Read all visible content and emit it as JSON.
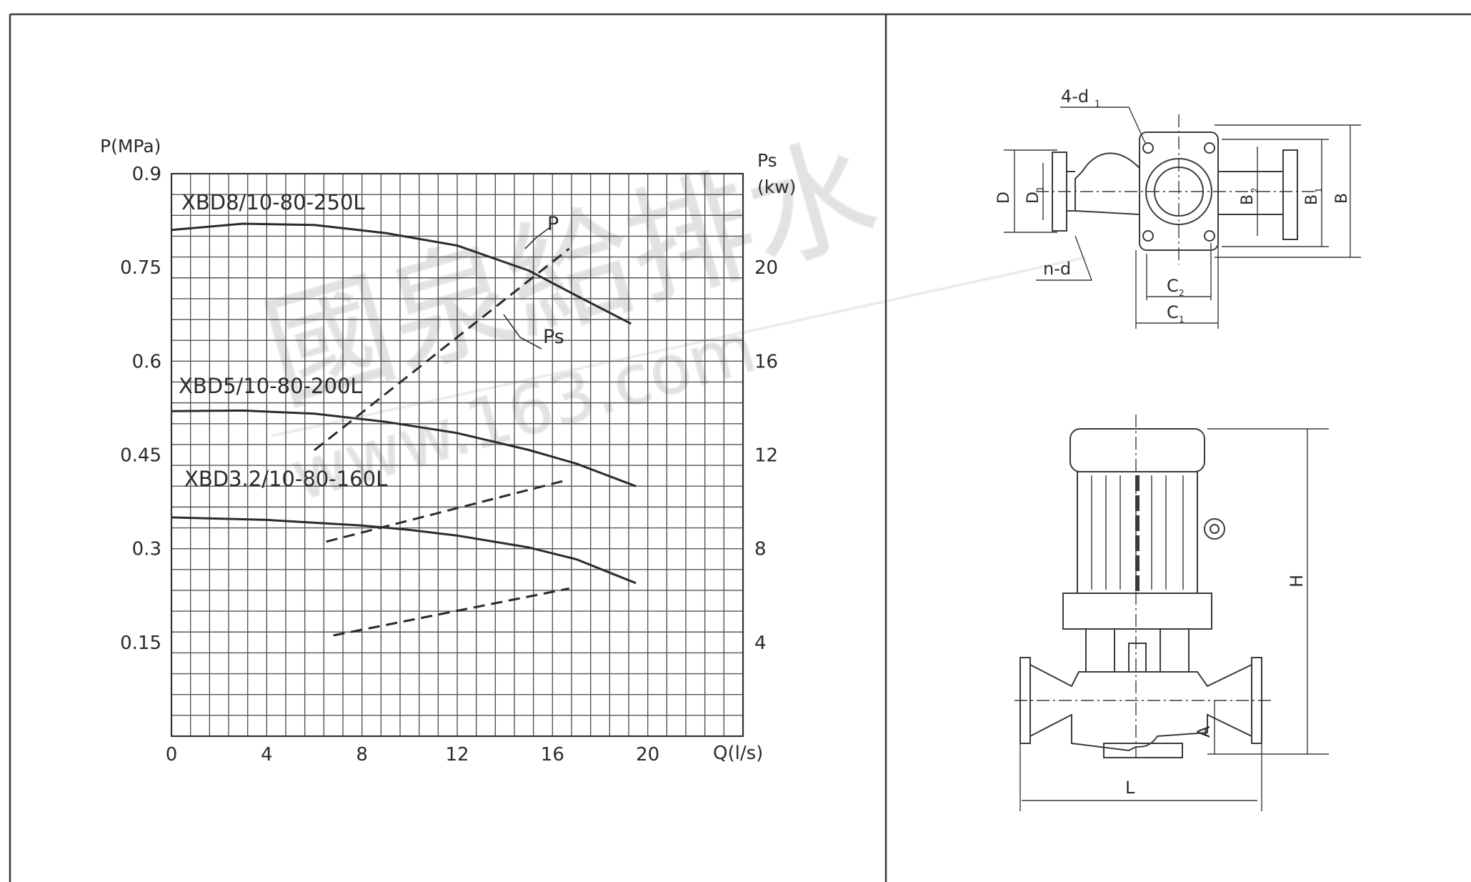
{
  "chart_data": {
    "type": "line",
    "x_axis": {
      "label": "Q(l/s)",
      "range": [
        0,
        24
      ],
      "ticks": [
        0,
        4,
        8,
        12,
        16,
        20
      ],
      "tick_labels": [
        "0",
        "4",
        "8",
        "12",
        "16",
        "20"
      ]
    },
    "y_axis_left": {
      "label": "P(MPa)",
      "range": [
        0,
        0.9
      ],
      "ticks": [
        0.15,
        0.3,
        0.45,
        0.6,
        0.75,
        0.9
      ],
      "tick_labels": [
        "0.15",
        "0.3",
        "0.45",
        "0.6",
        "0.75",
        "0.9"
      ]
    },
    "y_axis_right": {
      "label_line1": "Ps",
      "label_line2": "(kw)",
      "range": [
        0,
        24
      ],
      "ticks": [
        4,
        8,
        12,
        16,
        20
      ],
      "tick_labels": [
        "4",
        "8",
        "12",
        "16",
        "20"
      ]
    },
    "grid": true,
    "curve_labels": {
      "pressure": "P",
      "power": "Ps"
    },
    "series": [
      {
        "model": "XBD8/10-80-250L",
        "pressure": {
          "axis": "left",
          "x": [
            0,
            3,
            6,
            9,
            12,
            15,
            17,
            19.3
          ],
          "y": [
            0.81,
            0.82,
            0.818,
            0.805,
            0.785,
            0.745,
            0.705,
            0.66
          ]
        },
        "power": {
          "axis": "right",
          "x": [
            6,
            16.7
          ],
          "y": [
            12.2,
            20.8
          ]
        }
      },
      {
        "model": "XBD5/10-80-200L",
        "pressure": {
          "axis": "left",
          "x": [
            0,
            3,
            6,
            9,
            12,
            15,
            17,
            19.5
          ],
          "y": [
            0.52,
            0.521,
            0.516,
            0.503,
            0.485,
            0.458,
            0.436,
            0.4
          ]
        },
        "power": {
          "axis": "right",
          "x": [
            6.5,
            16.5
          ],
          "y": [
            8.3,
            10.9
          ]
        }
      },
      {
        "model": "XBD3.2/10-80-160L",
        "pressure": {
          "axis": "left",
          "x": [
            0,
            4,
            8,
            10,
            12,
            15,
            17,
            19.5
          ],
          "y": [
            0.35,
            0.346,
            0.337,
            0.33,
            0.321,
            0.302,
            0.283,
            0.245
          ]
        },
        "power": {
          "axis": "right",
          "x": [
            6.8,
            16.7
          ],
          "y": [
            4.3,
            6.3
          ]
        }
      }
    ]
  },
  "drawing": {
    "top_view_labels": {
      "bolt_holes": "4-d",
      "bolt_holes_sub": "1",
      "inlet_holes": "n-d",
      "d_outer": "D",
      "d_inner": "D",
      "d_inner_sub": "1",
      "b2": "B",
      "b2_sub": "2",
      "b1": "B",
      "b1_sub": "1",
      "b": "B",
      "c2": "C",
      "c2_sub": "2",
      "c1": "C",
      "c1_sub": "1"
    },
    "side_view_labels": {
      "height": "H",
      "length": "L",
      "axis_height": "A"
    }
  },
  "watermark": {
    "line1": "國泉給排水",
    "line2": "www.163.com"
  }
}
